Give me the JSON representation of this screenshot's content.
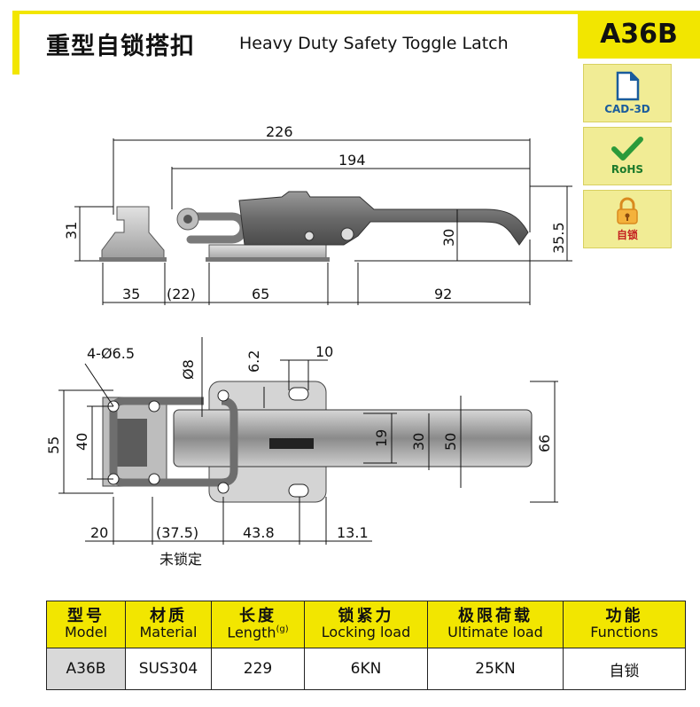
{
  "header": {
    "title_cn": "重型自锁搭扣",
    "title_en": "Heavy Duty Safety Toggle Latch",
    "model_code": "A36B"
  },
  "side_buttons": [
    {
      "label": "CAD-3D",
      "icon": "file-document-icon"
    },
    {
      "label": "RoHS",
      "icon": "checkmark-icon"
    },
    {
      "label": "自锁",
      "icon": "padlock-icon"
    }
  ],
  "side_view": {
    "dims": {
      "overall": "226",
      "handle": "194",
      "height_base": "31",
      "height_handle": "30",
      "height_total": "35.5",
      "hook_base": "35",
      "unlocked_gap": "(22)",
      "body_base": "65",
      "handle_reach": "92"
    }
  },
  "top_view": {
    "dims": {
      "holes": "4-Ø6.5",
      "phi8": "Ø8",
      "offset_62": "6.2",
      "slot_10": "10",
      "width_55": "55",
      "width_40": "40",
      "width_19": "19",
      "width_30": "30",
      "width_50": "50",
      "width_66": "66",
      "len_20": "20",
      "len_375": "(37.5)",
      "len_438": "43.8",
      "len_131": "13.1"
    },
    "note_unlocked": "未锁定"
  },
  "spec_table": {
    "headers": [
      {
        "cn": "型号",
        "en": "Model"
      },
      {
        "cn": "材质",
        "en": "Material"
      },
      {
        "cn": "长度",
        "en": "Length",
        "unit": "(g)"
      },
      {
        "cn": "锁紧力",
        "en": "Locking load"
      },
      {
        "cn": "极限荷载",
        "en": "Ultimate load"
      },
      {
        "cn": "功能",
        "en": "Functions"
      }
    ],
    "row": {
      "model": "A36B",
      "material": "SUS304",
      "length": "229",
      "locking_load": "6KN",
      "ultimate_load": "25KN",
      "function": "自锁"
    }
  },
  "colors": {
    "accent_yellow": "#f2e600",
    "button_bg": "#f1ec95",
    "metal_dark": "#5e5e5e",
    "metal_light": "#c9c9c9"
  }
}
